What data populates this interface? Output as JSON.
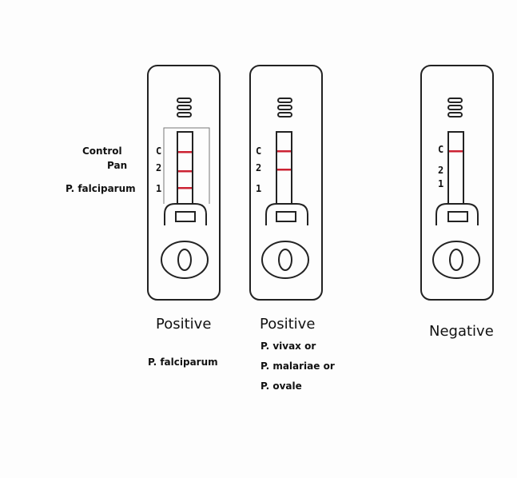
{
  "legend": {
    "control": "Control",
    "pan": "Pan",
    "pf": "P. falciparum"
  },
  "cassettes": [
    {
      "line_labels": [
        "C",
        "2",
        "1"
      ],
      "bands": {
        "control": true,
        "pan": true,
        "pf": true
      },
      "result": "Positive",
      "species": [
        "P. falciparum"
      ]
    },
    {
      "line_labels": [
        "C",
        "2",
        "1"
      ],
      "bands": {
        "control": true,
        "pan": true,
        "pf": false
      },
      "result": "Positive",
      "species": [
        "P. vivax or",
        "P. malariae or",
        "P. ovale"
      ]
    },
    {
      "line_labels": [
        "C",
        "2",
        "1"
      ],
      "bands": {
        "control": true,
        "pan": false,
        "pf": false
      },
      "result": "Negative",
      "species": []
    }
  ],
  "colors": {
    "outline": "#222222",
    "band": "#cc2233",
    "background": "#fdfdfd"
  }
}
